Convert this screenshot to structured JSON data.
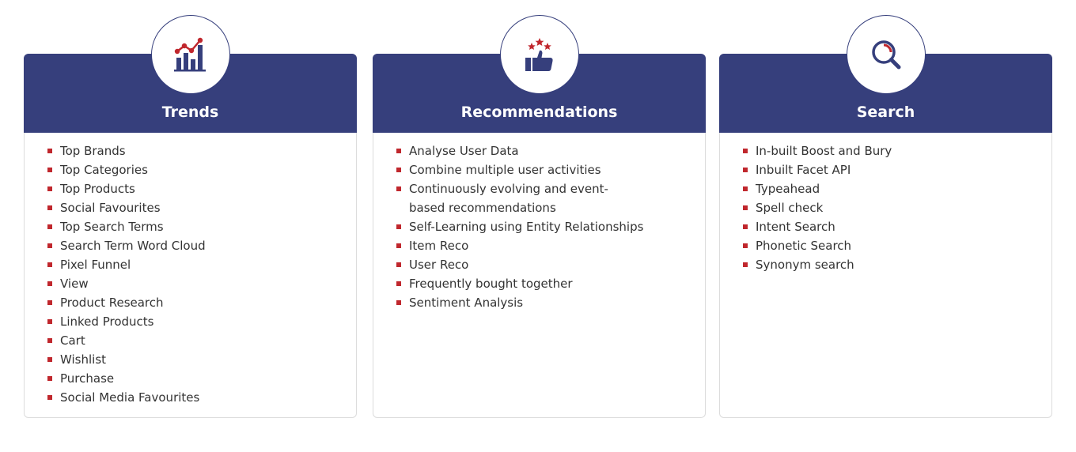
{
  "colors": {
    "header": "#363f7c",
    "bullet": "#c0272d",
    "text": "#333333"
  },
  "cards": [
    {
      "title": "Trends",
      "icon": "bar-chart-trend-icon",
      "items": [
        "Top Brands",
        "Top Categories",
        "Top Products",
        "Social Favourites",
        "Top Search Terms",
        "Search Term Word Cloud",
        "Pixel Funnel",
        "View",
        "Product Research",
        "Linked Products",
        "Cart",
        "Wishlist",
        "Purchase",
        "Social Media Favourites"
      ]
    },
    {
      "title": "Recommendations",
      "icon": "thumbs-up-stars-icon",
      "items": [
        "Analyse User Data",
        "Combine multiple user activities",
        "Continuously evolving and event-based recommendations",
        "Self-Learning using Entity Relationships",
        "Item Reco",
        "User Reco",
        "Frequently bought together",
        "Sentiment Analysis"
      ]
    },
    {
      "title": "Search",
      "icon": "magnifier-icon",
      "items": [
        "In-built Boost and Bury",
        "Inbuilt Facet API",
        "Typeahead",
        "Spell check",
        "Intent Search",
        "Phonetic Search",
        "Synonym search"
      ]
    }
  ]
}
